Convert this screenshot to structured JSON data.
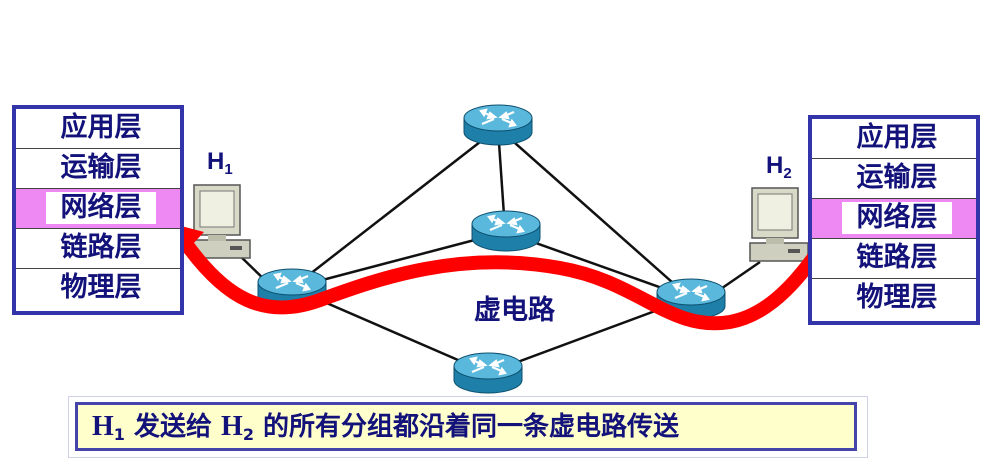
{
  "left_stack": {
    "layers": [
      "应用层",
      "运输层",
      "网络层",
      "链路层",
      "物理层"
    ],
    "highlighted_layer": "网络层"
  },
  "right_stack": {
    "layers": [
      "应用层",
      "运输层",
      "网络层",
      "链路层",
      "物理层"
    ],
    "highlighted_layer": "网络层"
  },
  "hosts": {
    "h1": {
      "letter": "H",
      "sub": "1"
    },
    "h2": {
      "letter": "H",
      "sub": "2"
    }
  },
  "virtual_circuit_label": "虚电路",
  "caption": {
    "host1_letter": "H",
    "host1_sub": "1",
    "verb": " 发送给 ",
    "host2_letter": "H",
    "host2_sub": "2",
    "rest": " 的所有分组都沿着同一条虚电路传送"
  },
  "colors": {
    "text": "#12127a",
    "stack_border": "#3333aa",
    "highlight": "#ee88f2",
    "arrow": "#ff0000",
    "router_body": "#1e7fa8",
    "router_top": "#5ab8dc",
    "caption_bg": "#ffffcc"
  },
  "icons": [
    "router-icon",
    "host-computer-icon",
    "arrow-head-icon"
  ]
}
